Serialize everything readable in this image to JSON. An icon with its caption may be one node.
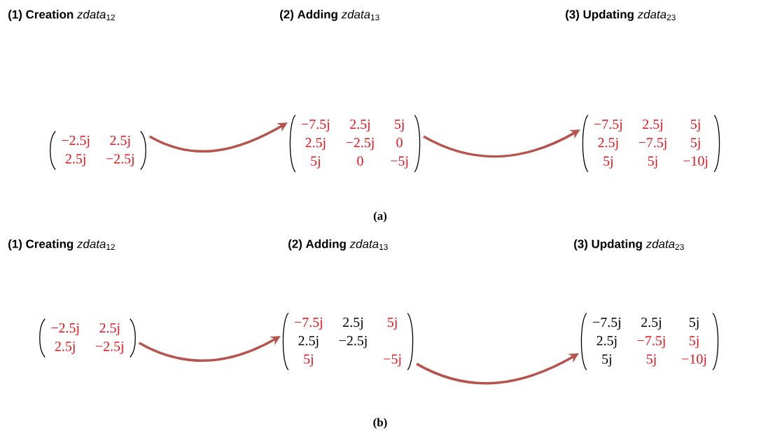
{
  "diagram": {
    "nodes": [
      {
        "text": [
          "**(1) Creation** *zdata*$_{12}$",
          "−2.5j",
          "2.5j",
          "2.5j",
          "−2.5j"
        ]
      },
      {
        "text": [
          "**(2) Adding** *zdata*$_{13}$",
          "−7.5j",
          "2.5j",
          "5j",
          "2.5j",
          "−2.5j",
          "0",
          "5j",
          "0",
          "−5j"
        ]
      },
      {
        "text": [
          "**(3) Updating** *zdata*$_{23}$",
          "−7.5j",
          "2.5j",
          "5j",
          "2.5j",
          "−7.5j",
          "5j",
          "5j",
          "5j",
          "−10j"
        ]
      },
      {
        "text": [
          "**(1) Creating** *zdata*$_{12}$",
          "−2.5j",
          "2.5j",
          "2.5j",
          "−2.5j"
        ]
      },
      {
        "text": [
          "**(2) Adding** *zdata*$_{13}$",
          "−7.5j",
          "2.5j",
          "5j",
          "2.5j",
          "−2.5j",
          "5j",
          "−5j"
        ]
      },
      {
        "text": [
          "**(3) Updating** *zdata*$_{23}$",
          "−7.5j",
          "2.5j",
          "5j",
          "2.5j",
          "−7.5j",
          "5j",
          "5j",
          "5j",
          "−10j"
        ]
      }
    ],
    "edges": [
      {
        "from": 0,
        "to": 1,
        "arrow": "to"
      },
      {
        "from": 1,
        "to": 2,
        "arrow": "to"
      },
      {
        "from": 3,
        "to": 4,
        "arrow": "to"
      },
      {
        "from": 4,
        "to": 5,
        "arrow": "to"
      }
    ],
    "labels": [
      "(a)",
      "(b)"
    ]
  }
}
